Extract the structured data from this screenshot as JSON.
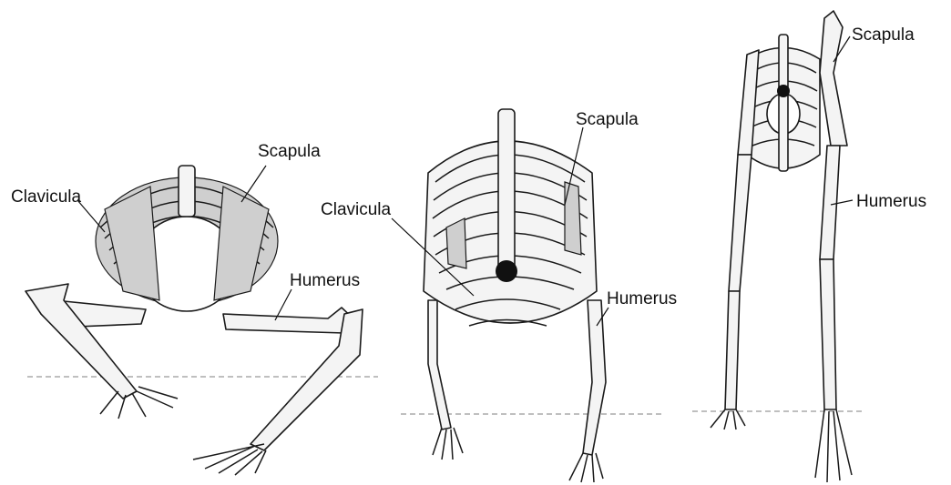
{
  "panels": [
    {
      "id": "sprawling",
      "labels": {
        "scapula": "Scapula",
        "clavicula": "Clavicula",
        "humerus": "Humerus"
      }
    },
    {
      "id": "quadruped",
      "labels": {
        "scapula": "Scapula",
        "clavicula": "Clavicula",
        "humerus": "Humerus"
      }
    },
    {
      "id": "upright",
      "labels": {
        "scapula": "Scapula",
        "humerus": "Humerus"
      }
    }
  ]
}
